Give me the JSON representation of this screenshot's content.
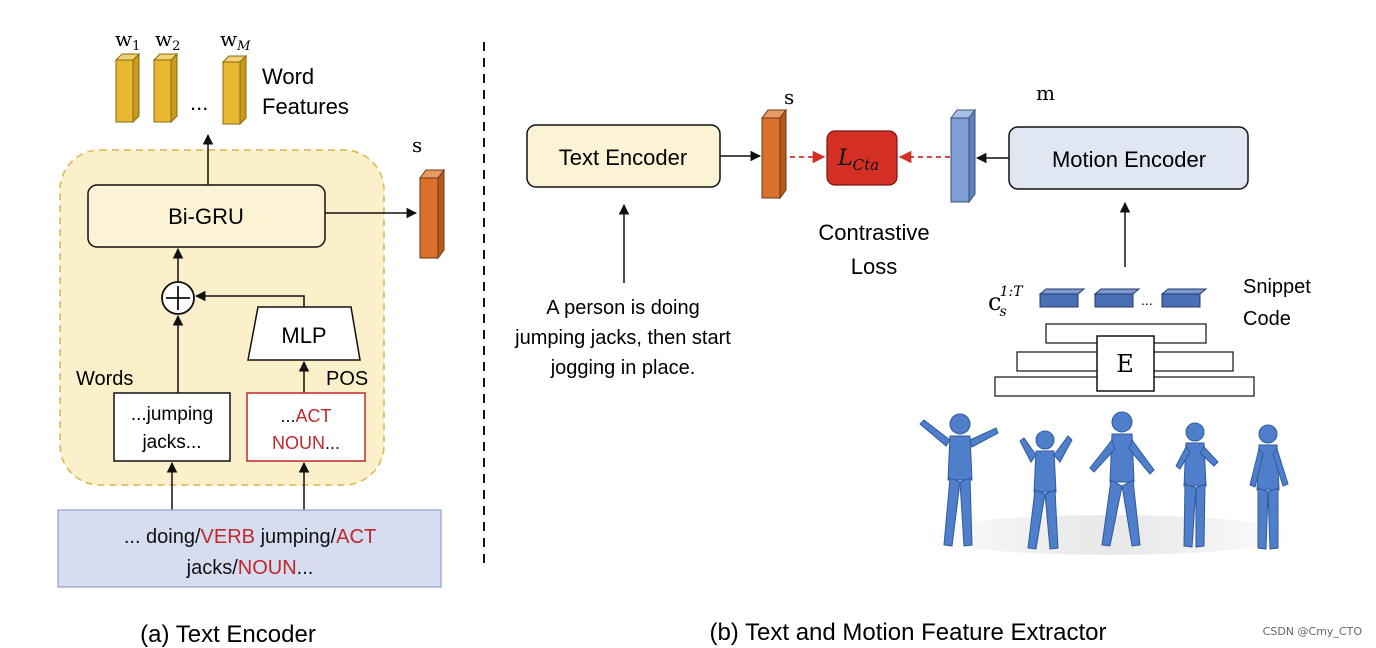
{
  "panel_a": {
    "word_labels": [
      "w",
      "w",
      "w"
    ],
    "word_subscripts": [
      "1",
      "2",
      "M"
    ],
    "ellipsis": "...",
    "word_features_line1": "Word",
    "word_features_line2": "Features",
    "s_label": "s",
    "bigru": "Bi-GRU",
    "mlp": "MLP",
    "words_label": "Words",
    "pos_label": "POS",
    "words_box_line1": "...jumping",
    "words_box_line2": "jacks...",
    "pos_box_line1_prefix": "...",
    "pos_box_line1_red": "ACT",
    "pos_box_line2_red": "NOUN",
    "pos_box_line2_suffix": "...",
    "input_line1": [
      "... doing/",
      "VERB",
      " jumping/",
      "ACT"
    ],
    "input_line2": [
      "jacks/",
      "NOUN",
      "..."
    ],
    "caption": "(a) Text Encoder"
  },
  "panel_b": {
    "text_encoder": "Text Encoder",
    "s_label": "s",
    "loss_symbol": "L",
    "loss_subscript": "Cta",
    "m_label": "m",
    "motion_encoder": "Motion Encoder",
    "contrastive_line1": "Contrastive",
    "contrastive_line2": "Loss",
    "sentence_line1": "A person is doing",
    "sentence_line2": "jumping jacks, then start",
    "sentence_line3": "jogging in place.",
    "snippet_symbol": "c",
    "snippet_sub": "s",
    "snippet_sup": "1:T",
    "snippet_ellipsis": "...",
    "snippet_line1": "Snippet",
    "snippet_line2": "Code",
    "e_label": "E",
    "caption": "(b) Text and Motion Feature Extractor"
  },
  "watermark": "CSDN @Cmy_CTO",
  "colors": {
    "word_feature": "#E8B930",
    "text_feat": "#D9712B",
    "motion_feat": "#7E9FD4",
    "snippet": "#4A6FB5",
    "loss_box": "#D32F25",
    "yellow_panel": "#FBF0C9",
    "motion_box": "#E0E6F2",
    "input_box": "#D6DDF0",
    "text_box": "#FBF3D3",
    "red_text": "#C0282A",
    "human": "#4F7FCB"
  }
}
